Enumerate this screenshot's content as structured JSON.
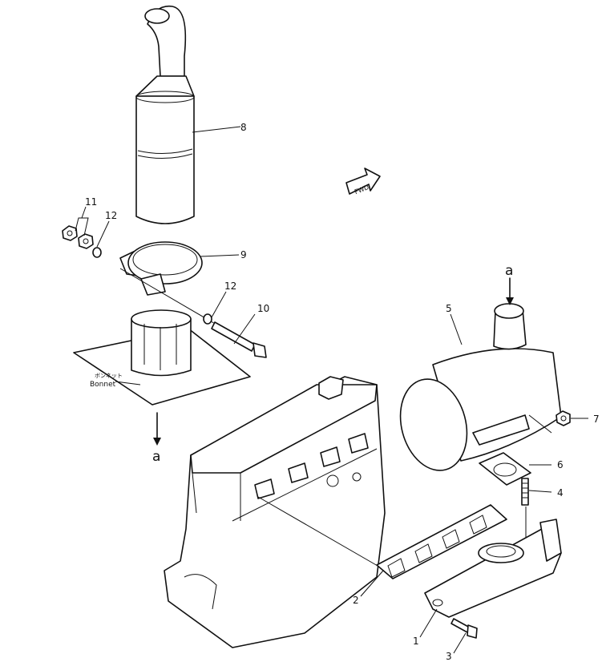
{
  "callouts": {
    "p1": "1",
    "p2": "2",
    "p3": "3",
    "p4": "4",
    "p5": "5",
    "p6": "6",
    "p7": "7",
    "p8": "8",
    "p9": "9",
    "p10": "10",
    "p11": "11",
    "p12_top": "12",
    "p12_mid": "12"
  },
  "markers": {
    "a_top": "a",
    "a_bottom": "a"
  },
  "fwd_label": "FWD",
  "bonnet": {
    "jp": "ボンネット",
    "en": "Bonnet"
  }
}
